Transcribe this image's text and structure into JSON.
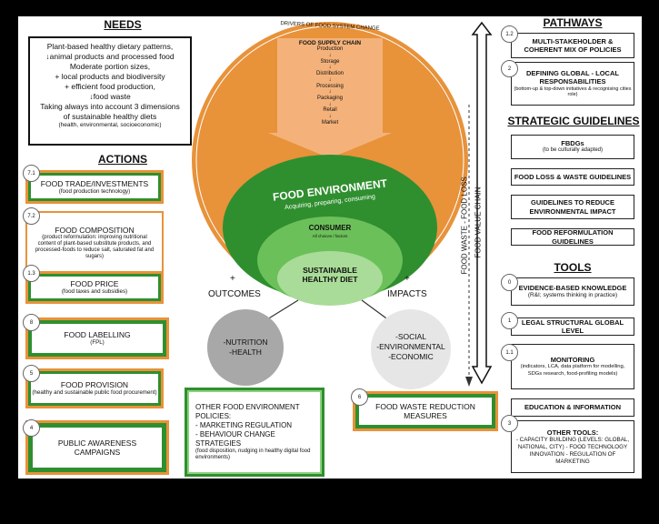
{
  "needs": {
    "title": "NEEDS",
    "lines": [
      "Plant-based healthy dietary patterns,",
      "↓animal products and processed food",
      "Moderate portion sizes,",
      "+ local products and biodiversity",
      "+ efficient food production,",
      "↓food waste",
      "Taking always into account 3 dimensions",
      "of sustainable healthy diets"
    ],
    "note": "(health, environmental, socioeconomic)"
  },
  "actions": {
    "title": "ACTIONS",
    "items": [
      {
        "num": "7.1",
        "title": "FOOD TRADE/INVESTMENTS",
        "sub": "(food production technology)"
      },
      {
        "num": "7.2",
        "title": "FOOD COMPOSITION",
        "sub": "(product reformulation: improving nutritional content of plant-based substitute products, and processed-foods to reduce salt, saturated fat and sugars)"
      },
      {
        "num": "1.3",
        "title": "FOOD PRICE",
        "sub": "(food taxes and subsidies)"
      },
      {
        "num": "8",
        "title": "FOOD LABELLING",
        "sub": "(FPL)"
      },
      {
        "num": "5",
        "title": "FOOD PROVISION",
        "sub": "(healthy and sustainable public food procurement)"
      },
      {
        "num": "4",
        "title": "PUBLIC AWARENESS CAMPAIGNS",
        "sub": ""
      }
    ]
  },
  "center": {
    "drivers": "DRIVERS OF FOOD SYSTEM CHANGE",
    "supply_title": "FOOD SUPPLY CHAIN",
    "supply_steps": [
      "Production",
      "Storage",
      "Distribution",
      "Processing",
      "Packaging",
      "Retail",
      "Market"
    ],
    "arrow": "↓",
    "env_title": "FOOD ENVIRONMENT",
    "env_sub": "Acquiring, preparing, consuming",
    "consumer": "CONSUMER",
    "consumer_sub": "All choices / factors",
    "diet": "SUSTAINABLE HEALTHY DIET",
    "plus": "+",
    "outcomes": "OUTCOMES",
    "impacts": "IMPACTS",
    "outcomes_circle": [
      "-NUTRITION",
      "-HEALTH"
    ],
    "impacts_circle": [
      "-SOCIAL",
      "-ENVIRONMENTAL",
      "-ECONOMIC"
    ]
  },
  "other_policies": {
    "lines": [
      "OTHER FOOD ENVIRONMENT POLICIES:",
      "- MARKETING REGULATION",
      "- BEHAVIOUR CHANGE STRATEGIES"
    ],
    "note": "(food disposition, nudging in healthy digital food environments)"
  },
  "waste": {
    "num": "6",
    "title": "FOOD WASTE REDUCTION MEASURES"
  },
  "vertical": {
    "loss": "FOOD WASTE - FOOD LOSS",
    "chain": "FOOD VALUE CHAIN"
  },
  "pathways": {
    "title": "PATHWAYS",
    "items": [
      {
        "num": "1.2",
        "title": "MULTI-STAKEHOLDER & COHERENT MIX OF POLICIES",
        "sub": ""
      },
      {
        "num": "2",
        "title": "DEFINING GLOBAL - LOCAL RESPONSABILITIES",
        "sub": "(bottom-up & top-down initiatives & recognising cities role)"
      }
    ]
  },
  "guidelines": {
    "title": "STRATEGIC GUIDELINES",
    "items": [
      {
        "title": "FBDGs",
        "sub": "(to be culturally adapted)"
      },
      {
        "title": "FOOD LOSS & WASTE GUIDELINES",
        "sub": ""
      },
      {
        "title": "GUIDELINES TO REDUCE ENVIRONMENTAL IMPACT",
        "sub": ""
      },
      {
        "title": "FOOD REFORMULATION GUIDELINES",
        "sub": ""
      }
    ]
  },
  "tools": {
    "title": "TOOLS",
    "items": [
      {
        "num": "0",
        "title": "EVIDENCE-BASED KNOWLEDGE",
        "sub": "(R&I; systems thinking in practice)"
      },
      {
        "num": "1",
        "title": "LEGAL STRUCTURAL GLOBAL LEVEL",
        "sub": ""
      },
      {
        "num": "1.1",
        "title": "MONITORING",
        "sub": "(indicators, LCA, data platform for modelling, SDGs research, food-profiling models)"
      },
      {
        "num": "",
        "title": "EDUCATION & INFORMATION",
        "sub": ""
      },
      {
        "num": "3",
        "title": "OTHER TOOLS:",
        "sub": "- CAPACITY BUILDING (LEVELS: GLOBAL, NATIONAL, CITY) - FOOD TECHNOLOGY INNOVATION - REGULATION OF MARKETING"
      }
    ]
  },
  "colors": {
    "orange": "#e8923a",
    "dark_green": "#2f8f2f",
    "mid_green": "#4caf50",
    "light_green": "#8bd17c",
    "grey": "#bdbdbd"
  }
}
